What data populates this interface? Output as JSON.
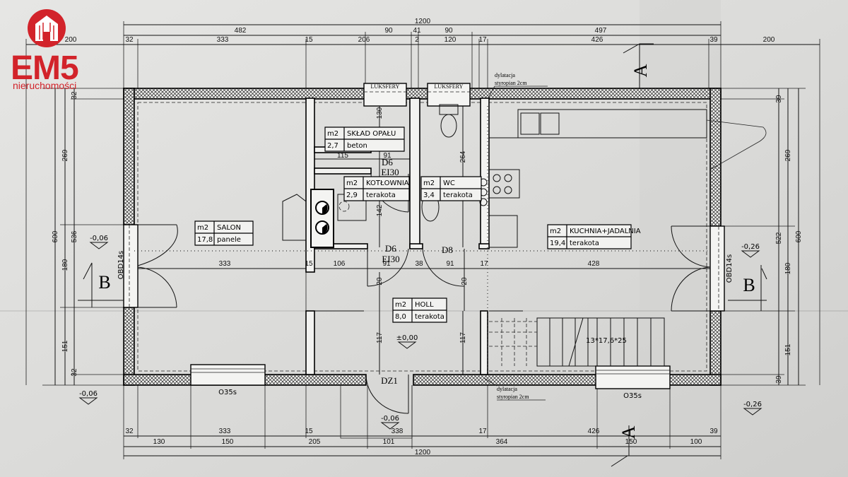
{
  "logo": {
    "brand": "EM5",
    "tagline": "nieruchomości",
    "color": "#d2232a"
  },
  "dimensions": {
    "top_total": "1200",
    "top_mid": [
      "482",
      "90",
      "41",
      "90",
      "497"
    ],
    "top_detail": [
      "200",
      "32",
      "333",
      "15",
      "206",
      "2",
      "120",
      "17",
      "426",
      "39",
      "200"
    ],
    "bottom_detail": [
      "32",
      "333",
      "15",
      "338",
      "17",
      "426",
      "39"
    ],
    "bottom_mid": [
      "130",
      "150",
      "205",
      "101",
      "364",
      "150",
      "100"
    ],
    "bottom_total": "1200",
    "left_outer": "600",
    "left_mid": [
      "269",
      "180",
      "151"
    ],
    "left_inner": [
      "32",
      "536",
      "32"
    ],
    "right_inner": [
      "39",
      "522",
      "39"
    ],
    "right_mid": [
      "269",
      "180",
      "151"
    ],
    "right_outer": "600",
    "interior_row": [
      "333",
      "15",
      "106",
      "91",
      "38",
      "91",
      "17",
      "428"
    ],
    "interior_other": [
      "115",
      "91",
      "130",
      "142",
      "264",
      "20",
      "20",
      "117",
      "117"
    ]
  },
  "rooms": [
    {
      "unit": "m2",
      "name": "SKŁAD OPAŁU",
      "area": "2,7",
      "floor": "beton"
    },
    {
      "unit": "m2",
      "name": "KOTŁOWNIA",
      "area": "2,9",
      "floor": "terakota"
    },
    {
      "unit": "m2",
      "name": "WC",
      "area": "3,4",
      "floor": "terakota"
    },
    {
      "unit": "m2",
      "name": "SALON",
      "area": "17,8",
      "floor": "panele"
    },
    {
      "unit": "m2",
      "name": "KUCHNIA+JADALNIA",
      "area": "19,4",
      "floor": "terakota"
    },
    {
      "unit": "m2",
      "name": "HOLL",
      "area": "8,0",
      "floor": "terakota"
    }
  ],
  "doors": [
    "D6",
    "EI30",
    "D6",
    "EI30",
    "D8",
    "DZ1"
  ],
  "windows": [
    "LUKSFERY",
    "LUKSFERY",
    "OBD14s",
    "OBD14s",
    "O35s",
    "O35s"
  ],
  "levels": [
    "-0,06",
    "-0,06",
    "-0,26",
    "-0,26",
    "±0,00",
    "-0,06"
  ],
  "sections": [
    "A",
    "A",
    "B",
    "B"
  ],
  "notes": {
    "dilatation": [
      "dylatacja",
      "styropian 2cm"
    ],
    "stairs": "13*17,6*25"
  }
}
